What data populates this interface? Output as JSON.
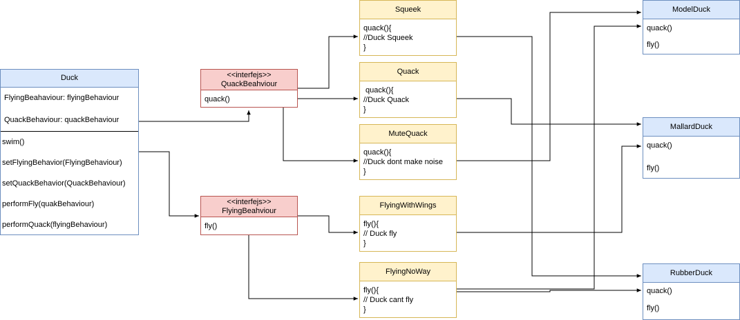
{
  "duck": {
    "title": "Duck",
    "fields": [
      "FlyingBeahaviour: flyingBehaviour",
      "QuackBehaviour: quackBehaviour"
    ],
    "methods": [
      "swim()",
      "setFlyingBehavior(FlyingBehaviour)",
      "setQuackBehavior(QuackBehaviour)",
      "performFly(quakBehaviour)",
      "performQuack(flyingBehaviour)"
    ]
  },
  "quack_interface": {
    "stereotype": "<<interfejs>>",
    "title": "QuackBeahviour",
    "method": "quack()"
  },
  "flying_interface": {
    "stereotype": "<<interfejs>>",
    "title": "FlyingBeahviour",
    "method": "fly()"
  },
  "squeek": {
    "title": "Squeek",
    "lines": [
      "quack(){",
      "//Duck Squeek",
      "}"
    ]
  },
  "quack": {
    "title": "Quack",
    "lines": [
      " quack(){",
      "//Duck Quack",
      "}"
    ]
  },
  "mute_quack": {
    "title": "MuteQuack",
    "lines": [
      "quack(){",
      "//Duck dont make noise",
      "}"
    ]
  },
  "flying_with_wings": {
    "title": "FlyingWithWings",
    "lines": [
      "fly(){",
      "// Duck fly",
      "}"
    ]
  },
  "flying_no_way": {
    "title": "FlyingNoWay",
    "lines": [
      "fly(){",
      "// Duck cant fly",
      "}"
    ]
  },
  "model_duck": {
    "title": "ModelDuck",
    "methods": [
      "quack()",
      "fly()"
    ]
  },
  "mallard_duck": {
    "title": "MallardDuck",
    "methods": [
      "quack()",
      "fly()"
    ]
  },
  "rubber_duck": {
    "title": "RubberDuck",
    "methods": [
      "quack()",
      "fly()"
    ]
  },
  "colors": {
    "blue_fill": "#dae8fc",
    "blue_stroke": "#6c8ebf",
    "yellow_fill": "#fff2cc",
    "yellow_stroke": "#d6b656",
    "red_fill": "#f8cecc",
    "red_stroke": "#b85450"
  }
}
